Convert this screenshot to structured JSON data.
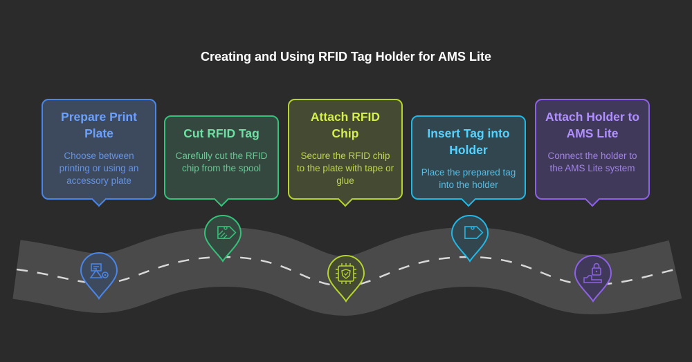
{
  "title": "Creating and Using RFID Tag Holder for AMS Lite",
  "steps": [
    {
      "title": "Prepare Print Plate",
      "desc": "Choose between printing or using an accessory plate",
      "color": "#4a86e8",
      "fill": "#3d4a5e",
      "text": "#6aa0ff",
      "icon": "print-plate-icon"
    },
    {
      "title": "Cut RFID Tag",
      "desc": "Carefully cut the RFID chip from the spool",
      "color": "#35c27a",
      "fill": "#34483f",
      "text": "#6fe0a3",
      "icon": "tag-cut-icon"
    },
    {
      "title": "Attach RFID Chip",
      "desc": "Secure the RFID chip to the plate with tape or glue",
      "color": "#b6d42e",
      "fill": "#454a32",
      "text": "#d4ef4e",
      "icon": "chip-shield-icon"
    },
    {
      "title": "Insert Tag into Holder",
      "desc": "Place the prepared tag into the holder",
      "color": "#22b8e6",
      "fill": "#324650",
      "text": "#55d3ff",
      "icon": "tag-icon"
    },
    {
      "title": "Attach Holder to AMS Lite",
      "desc": "Connect the holder to the AMS Lite system",
      "color": "#8e62e6",
      "fill": "#41395a",
      "text": "#b090ff",
      "icon": "lock-holder-icon"
    }
  ]
}
